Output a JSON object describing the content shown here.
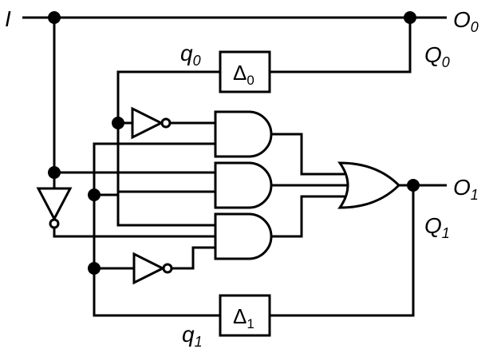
{
  "diagram": {
    "inputs": {
      "I": {
        "text": "I"
      }
    },
    "outputs": {
      "O0": {
        "main": "O",
        "sub": "0"
      },
      "O1": {
        "main": "O",
        "sub": "1"
      }
    },
    "state_labels": {
      "Q0": {
        "main": "Q",
        "sub": "0"
      },
      "Q1": {
        "main": "Q",
        "sub": "1"
      },
      "q0": {
        "main": "q",
        "sub": "0"
      },
      "q1": {
        "main": "q",
        "sub": "1"
      }
    },
    "delay_elements": {
      "delta0": {
        "main": "Δ",
        "sub": "0"
      },
      "delta1": {
        "main": "Δ",
        "sub": "1"
      }
    },
    "colors": {
      "ink": "#000000",
      "background": "#ffffff"
    }
  }
}
